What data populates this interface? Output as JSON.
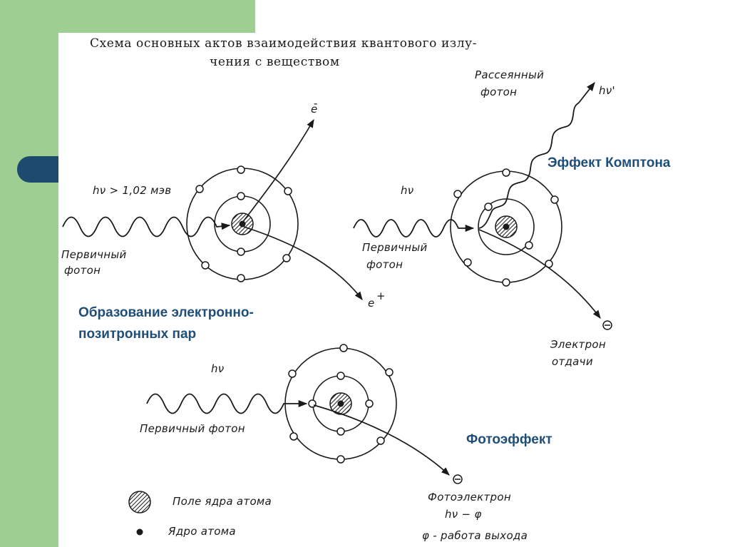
{
  "slide": {
    "title_line1": "Схема основных актов взаимодействия квантового излу-",
    "title_line2": "чения с веществом",
    "colors": {
      "green": "#9fce92",
      "navy_tab": "#1c4b6f",
      "label_blue": "#1f4e79"
    }
  },
  "pair": {
    "photon_energy": "hν > 1,02 мэв",
    "primary_photon_line1": "Первичный",
    "primary_photon_line2": "фотон",
    "electron": "e",
    "positron": "e",
    "label_line1": "Образование электронно-",
    "label_line2": "позитронных пар"
  },
  "compton": {
    "scattered_line1": "Рассеянный",
    "scattered_line2": "фотон",
    "scattered_energy": "hν'",
    "photon_energy": "hν",
    "primary_photon_line1": "Первичный",
    "primary_photon_line2": "фотон",
    "recoil_line1": "Электрон",
    "recoil_line2": "отдачи",
    "label": "Эффект Комптона"
  },
  "photo": {
    "photon_energy": "hν",
    "primary_photon": "Первичный фотон",
    "photoelectron": "Фотоэлектрон",
    "energy_formula": "hν − φ",
    "work_function": "φ - работа выхода",
    "label": "Фотоэффект"
  },
  "legend": {
    "nucleus_field": "Поле ядра атома",
    "nucleus": "Ядро атома"
  }
}
